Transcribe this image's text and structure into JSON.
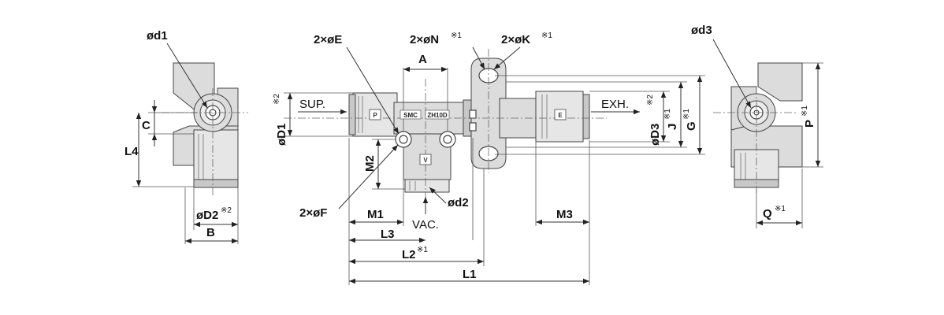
{
  "labels": {
    "d1": "ød1",
    "d3": "ød3",
    "C": "C",
    "L4": "L4",
    "D2": "øD2",
    "D2_note": "※2",
    "B": "B",
    "E": "2×øE",
    "N": "2×øN",
    "N_note": "※1",
    "K": "2×øK",
    "K_note": "※1",
    "A": "A",
    "SUP": "SUP.",
    "EXH": "EXH.",
    "D1": "øD1",
    "D1_note": "※2",
    "D3": "øD3",
    "D3_note": "※2",
    "J": "J",
    "J_note": "※1",
    "G": "G",
    "G_note": "※1",
    "M2": "M2",
    "F": "2×øF",
    "d2": "ød2",
    "M1": "M1",
    "VAC": "VAC.",
    "L3": "L3",
    "M3": "M3",
    "L2": "L2",
    "L2_note": "※1",
    "L1": "L1",
    "P": "P",
    "P_note": "※1",
    "Q": "Q",
    "Q_note": "※1"
  },
  "port_marks": {
    "supply": "P",
    "exhaust": "E",
    "vacuum": "V"
  },
  "body_text": {
    "logo": "SMC",
    "model": "ZH10D"
  }
}
